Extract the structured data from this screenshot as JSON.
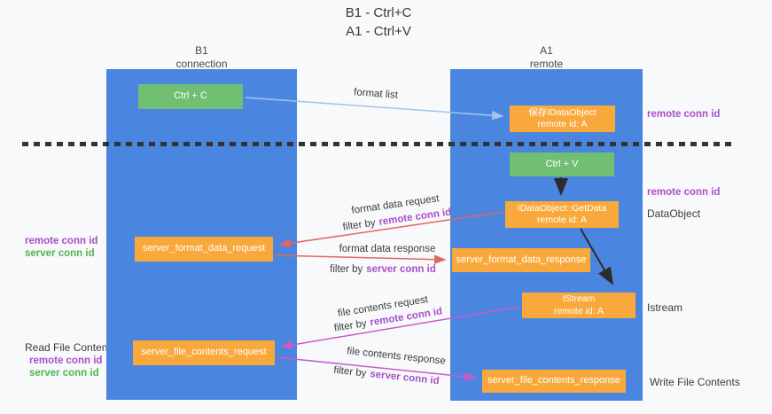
{
  "title": {
    "line1": "B1 - Ctrl+C",
    "line2": "A1 - Ctrl+V"
  },
  "lanes": {
    "left": {
      "name": "B1",
      "role": "connection"
    },
    "right": {
      "name": "A1",
      "role": "remote"
    }
  },
  "nodes": {
    "ctrl_c": {
      "label": "Ctrl + C"
    },
    "ctrl_v": {
      "label": "Ctrl + V"
    },
    "save_dataobject": {
      "line1": "保存IDataObject",
      "line2": "remote id: A"
    },
    "getdata": {
      "line1": "IDataObject::GetData",
      "line2": "remote id: A"
    },
    "istream": {
      "line1": "IStream",
      "line2": "remote id: A"
    },
    "format_request": {
      "label": "server_format_data_request"
    },
    "format_response": {
      "label": "server_format_data_response"
    },
    "file_request": {
      "label": "server_file_contents_request"
    },
    "file_response": {
      "label": "server_file_contents_response"
    }
  },
  "edges": {
    "format_list": {
      "label": "format list"
    },
    "format_data_request": {
      "label": "format data request",
      "filter_prefix": "filter by",
      "filter_key": "remote conn id"
    },
    "format_data_response": {
      "label": "format data response",
      "filter_prefix": "filter by",
      "filter_key": "server conn id"
    },
    "file_contents_request": {
      "label": "file contents request",
      "filter_prefix": "filter by",
      "filter_key": "remote conn id"
    },
    "file_contents_response": {
      "label": "file contents response",
      "filter_prefix": "filter by",
      "filter_key": "server conn id"
    }
  },
  "side_labels": {
    "right_top_remote_conn_id": "remote conn id",
    "right_mid_remote_conn_id": "remote conn id",
    "right_dataobject": "DataObject",
    "right_istream": "Istream",
    "right_write_file_contents": "Write File Contents",
    "left_remote_conn_id": "remote conn id",
    "left_server_conn_id": "server conn id",
    "left_read_file_contents": "Read File Contents",
    "left2_remote_conn_id": "remote conn id",
    "left2_server_conn_id": "server conn id"
  },
  "colors": {
    "lane_blue": "#4a86e0",
    "node_orange": "#f9a93c",
    "node_green": "#71bf73",
    "arrow_red": "#e06666",
    "arrow_magenta": "#c65cc8",
    "arrow_light_blue": "#9fc5e8",
    "arrow_black": "#2b2b2b",
    "text_purple": "#a94ecb",
    "text_green": "#53b353",
    "text_dark": "#3c3c3c",
    "background": "#f8f9fa"
  }
}
